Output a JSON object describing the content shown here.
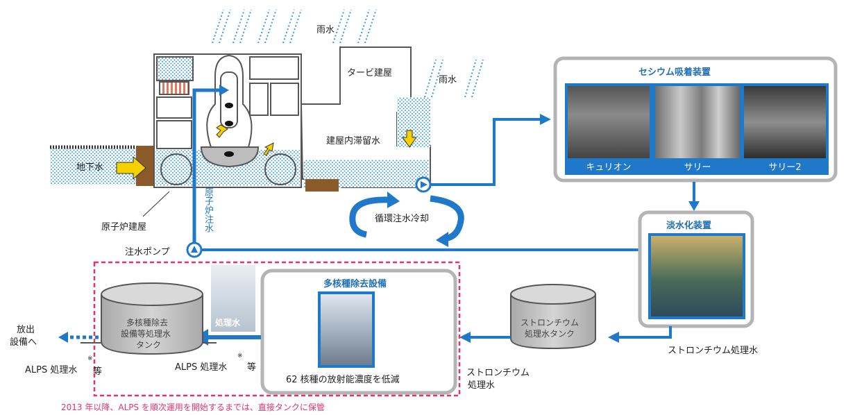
{
  "labels": {
    "rain_top": "雨水",
    "rain_right": "雨水",
    "turbine_building": "タービ建屋",
    "stagnant_water": "建屋内滞留水",
    "groundwater": "地下水",
    "reactor_building": "原子炉建屋",
    "reactor_injection": "原子炉注水",
    "injection_pump": "注水ポンプ",
    "circulation_cooling": "循環注水冷却"
  },
  "cesium": {
    "title": "セシウム吸着装置",
    "photos": [
      "キュリオン",
      "サリー",
      "サリー2"
    ]
  },
  "desal": {
    "title": "淡水化装置"
  },
  "alps": {
    "title": "多核種除去設備",
    "caption": "62 核種の放射能濃度を低減"
  },
  "tanks": {
    "alps_tank": [
      "多核種除去",
      "設備等処理水",
      "タンク"
    ],
    "sr_tank": [
      "ストロンチウム",
      "処理水タンク"
    ]
  },
  "flow_labels": {
    "sr_water_right": "ストロンチウム処理水",
    "sr_water_bottom_1": "ストロンチウム",
    "sr_water_bottom_2": "処理水",
    "treated_water_bottle": "処理水",
    "alps_water_mid": "ALPS 処理水",
    "alps_water_left": "ALPS 処理水",
    "note_mark": "※",
    "etc": "等",
    "discharge_1": "放出",
    "discharge_2": "設備へ"
  },
  "footnote": "2013 年以降、ALPS を順次運用を開始するまでは、直接タンクに保管",
  "colors": {
    "blue_pipe": "#1f78c8",
    "frame_gray": "#b4b4b4",
    "dashed_pink": "#e8336d",
    "title_blue": "#1f6fb5"
  }
}
